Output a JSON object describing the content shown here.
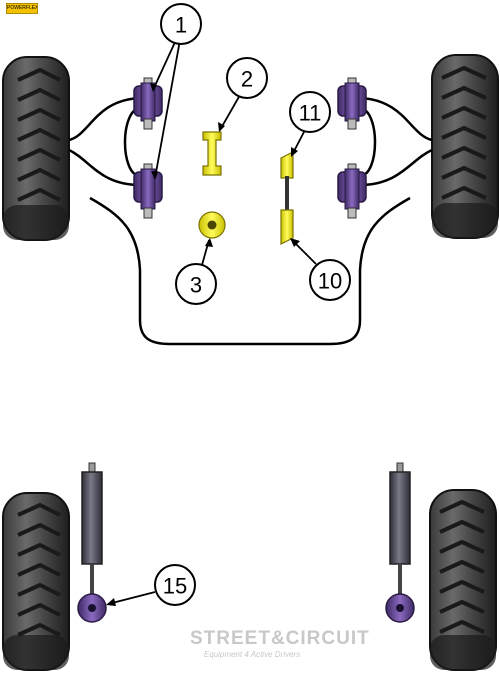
{
  "header": {
    "logo_text": "POWERFLEX"
  },
  "callouts": [
    {
      "id": "1",
      "label": "1"
    },
    {
      "id": "2",
      "label": "2"
    },
    {
      "id": "3",
      "label": "3"
    },
    {
      "id": "11",
      "label": "11"
    },
    {
      "id": "10",
      "label": "10"
    },
    {
      "id": "15",
      "label": "15"
    }
  ],
  "watermark": {
    "brand": "STREET&CIRCUIT",
    "tagline": "Equipment 4 Active Drivers"
  },
  "colors": {
    "bush_purple": "#6a4b9a",
    "bush_yellow": "#f3ea00",
    "tyre_dark": "#2b2b2b",
    "tyre_mid": "#5a5a5a",
    "damper_grey": "#5b5b66"
  }
}
